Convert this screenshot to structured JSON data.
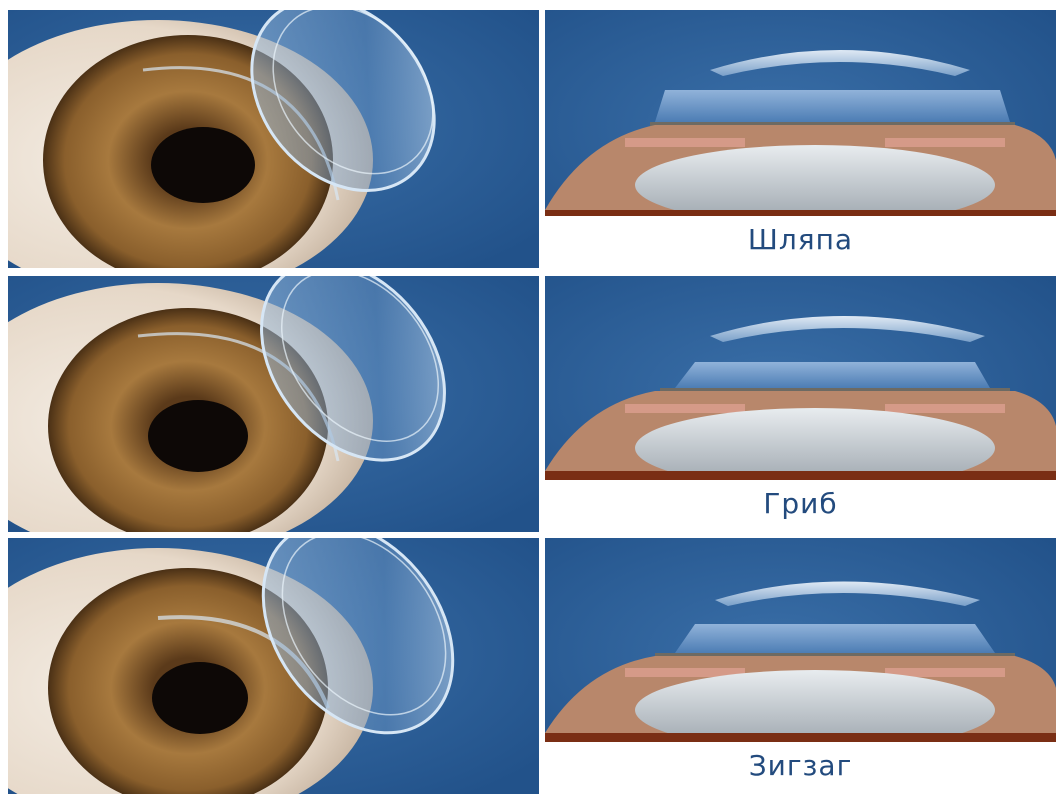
{
  "panels": [
    {
      "caption": "Шляпа"
    },
    {
      "caption": "Гриб"
    },
    {
      "caption": "Зигзаг"
    }
  ],
  "colors": {
    "background_blue": "#2f5f96",
    "iris_brown": "#a7793e",
    "caption_text": "#234b7e",
    "lens_tint": "#8fb4d8"
  }
}
